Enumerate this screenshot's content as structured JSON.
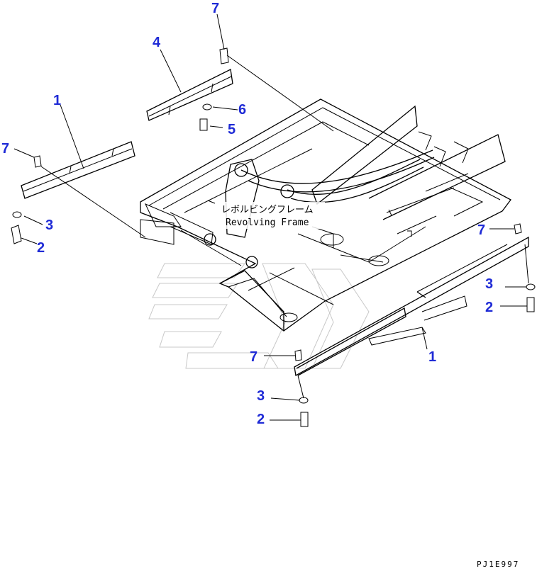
{
  "frame_label": {
    "jp": "レボルビングフレーム",
    "en": "Revolving Frame"
  },
  "drawing_code": "PJ1E997",
  "callouts": {
    "c1a": "1",
    "c1b": "1",
    "c2a": "2",
    "c2b": "2",
    "c2c": "2",
    "c3a": "3",
    "c3b": "3",
    "c3c": "3",
    "c4": "4",
    "c5": "5",
    "c6": "6",
    "c7a": "7",
    "c7b": "7",
    "c7c": "7",
    "c7d": "7"
  },
  "colors": {
    "callout": "#1f2bd6",
    "line": "#000000",
    "watermark": "#c8c8c8"
  }
}
